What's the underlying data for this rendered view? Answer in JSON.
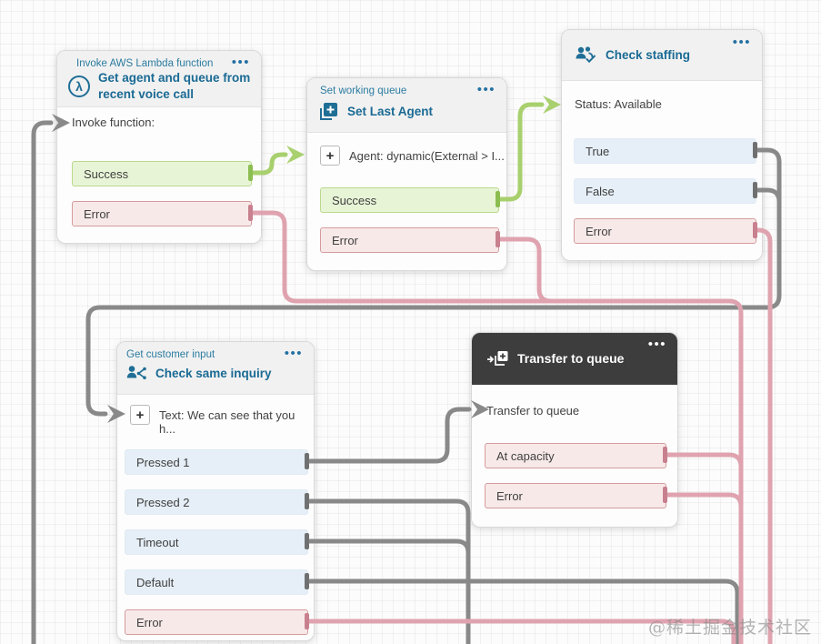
{
  "watermark": "@稀土掘金技术社区",
  "icons": {
    "menu_dots": "•••",
    "plus": "+",
    "lambda": "λ"
  },
  "colors": {
    "accent_blue": "#1f6e96",
    "wire_gray": "#898989",
    "wire_green": "#a8d06e",
    "wire_pink": "#dfa3af",
    "success_bg": "#e8f4d6",
    "error_bg": "#f8e9e9",
    "neutral_bg": "#e6eff7",
    "dark_header": "#3d3d3d"
  },
  "nodes": [
    {
      "category": "Invoke AWS Lambda function",
      "title": "Get agent and queue from recent voice call",
      "body": "Invoke function:",
      "outputs": [
        {
          "label": "Success",
          "type": "success"
        },
        {
          "label": "Error",
          "type": "error"
        }
      ]
    },
    {
      "category": "Set working queue",
      "title": "Set Last Agent",
      "body": "Agent: dynamic(External > I...",
      "outputs": [
        {
          "label": "Success",
          "type": "success"
        },
        {
          "label": "Error",
          "type": "error"
        }
      ]
    },
    {
      "category": "",
      "title": "Check staffing",
      "body": "Status: Available",
      "outputs": [
        {
          "label": "True",
          "type": "neutral"
        },
        {
          "label": "False",
          "type": "neutral"
        },
        {
          "label": "Error",
          "type": "error"
        }
      ]
    },
    {
      "category": "Get customer input",
      "title": "Check same inquiry",
      "body": "Text: We can see that you h...",
      "outputs": [
        {
          "label": "Pressed 1",
          "type": "neutral"
        },
        {
          "label": "Pressed 2",
          "type": "neutral"
        },
        {
          "label": "Timeout",
          "type": "neutral"
        },
        {
          "label": "Default",
          "type": "neutral"
        },
        {
          "label": "Error",
          "type": "error"
        }
      ]
    },
    {
      "category": "",
      "title": "Transfer to queue",
      "body": "Transfer to queue",
      "outputs": [
        {
          "label": "At capacity",
          "type": "error"
        },
        {
          "label": "Error",
          "type": "error"
        }
      ]
    }
  ]
}
